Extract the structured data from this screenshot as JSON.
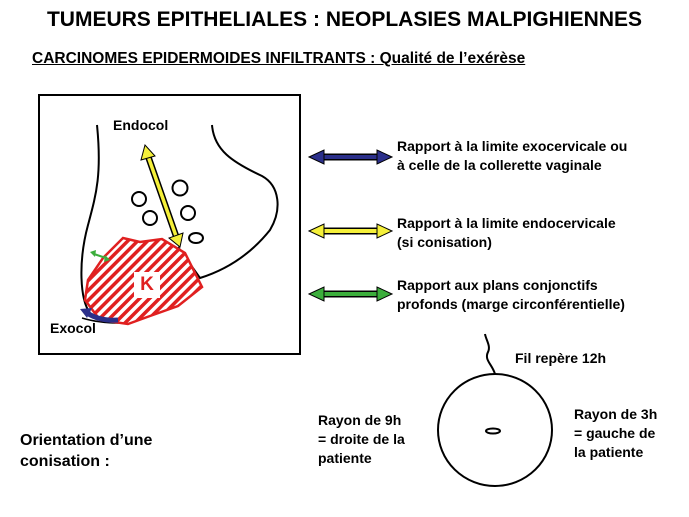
{
  "title": "TUMEURS EPITHELIALES : NEOPLASIES MALPIGHIENNES",
  "subtitle": "CARCINOMES EPIDERMOIDES INFILTRANTS : Qualité de l’exérèse",
  "diagram": {
    "endocol_label": "Endocol",
    "exocol_label": "Exocol",
    "tumor_label": "K"
  },
  "legend": [
    {
      "line1": "Rapport à la limite exocervicale ou",
      "line2": "à celle de la collerette vaginale",
      "color": "#2b2f8a"
    },
    {
      "line1": "Rapport à la limite endocervicale",
      "line2": "(si conisation)",
      "color": "#f5f03a"
    },
    {
      "line1": "Rapport aux plans conjonctifs",
      "line2": "profonds (marge circonférentielle)",
      "color": "#3cae3c"
    }
  ],
  "conisation": {
    "thread_label": "Fil repère 12h",
    "left": {
      "line1": "Rayon de 9h",
      "line2": "= droite de la",
      "line3": "patiente"
    },
    "right": {
      "line1": "Rayon de 3h",
      "line2": "= gauche de",
      "line3": "la patiente"
    },
    "orientation": {
      "line1": "Orientation d’une",
      "line2": "conisation :"
    }
  },
  "colors": {
    "tumor": "#e02020",
    "exocol_arrow": "#2b2f8a",
    "endocol_arrow": "#f5f03a",
    "deep_arrow": "#3cae3c"
  }
}
